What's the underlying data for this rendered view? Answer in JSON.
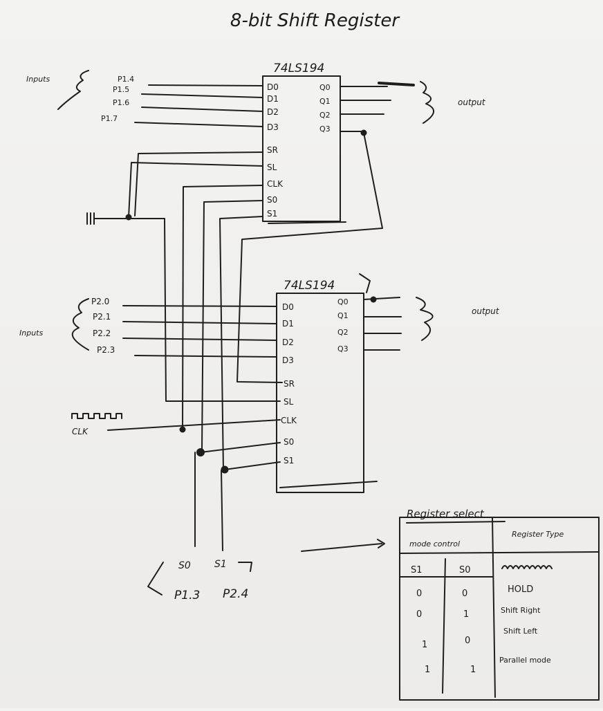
{
  "title": "8-bit Shift Register",
  "chip_top": {
    "part": "74LS194",
    "inputs": [
      "D0",
      "D1",
      "D2",
      "D3",
      "SR",
      "SL",
      "CLK",
      "S0",
      "S1"
    ],
    "outputs": [
      "Q0",
      "Q1",
      "Q2",
      "Q3"
    ],
    "input_pins": [
      "P1.4",
      "P1.5",
      "P1.6",
      "P1.7"
    ]
  },
  "chip_bottom": {
    "part": "74LS194",
    "inputs": [
      "D0",
      "D1",
      "D2",
      "D3",
      "SR",
      "SL",
      "CLK",
      "S0",
      "S1"
    ],
    "outputs": [
      "Q0",
      "Q1",
      "Q2",
      "Q3"
    ],
    "input_pins": [
      "P2.0",
      "P2.1",
      "P2.2",
      "P2.3"
    ]
  },
  "labels": {
    "inputs_top": "Inputs",
    "inputs_bottom": "Inputs",
    "output_top": "output",
    "output_bottom": "output",
    "clk": "CLK",
    "select_s0": "S0",
    "select_s1": "S1",
    "select_pin_s0": "P1.3",
    "select_pin_s1": "P2.4"
  },
  "register_select": {
    "title": "Register select",
    "headers": [
      "mode control",
      "Register Type"
    ],
    "subheaders": [
      "S1",
      "S0"
    ],
    "rows": [
      {
        "s1": "0",
        "s0": "0",
        "type": "HOLD"
      },
      {
        "s1": "0",
        "s0": "1",
        "type": "Shift Right"
      },
      {
        "s1": "1",
        "s0": "0",
        "type": "Shift Left"
      },
      {
        "s1": "1",
        "s0": "1",
        "type": "Parallel mode"
      }
    ]
  }
}
